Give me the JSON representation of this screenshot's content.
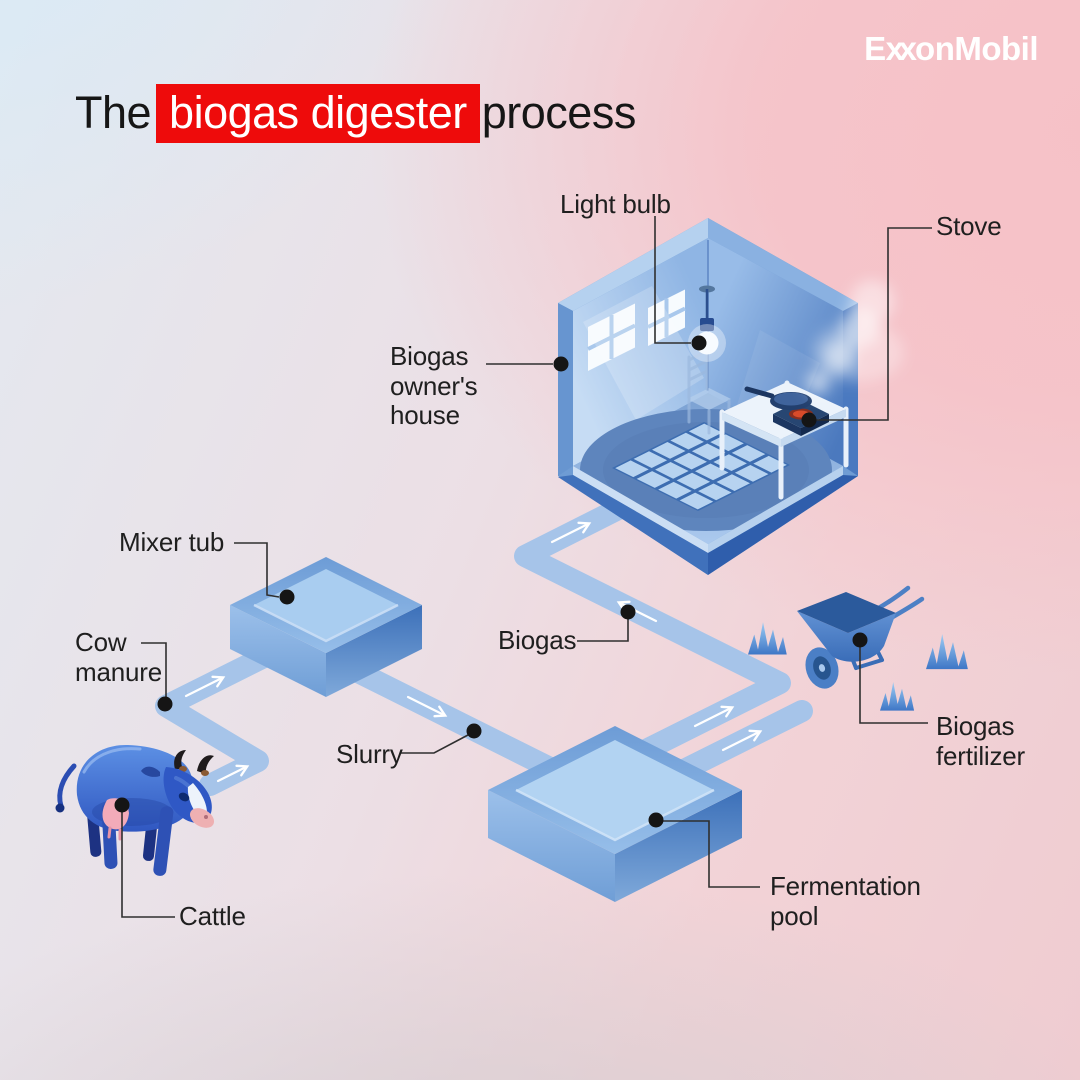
{
  "brand": {
    "logo": "ExxonMobil"
  },
  "title": {
    "prefix": "The",
    "highlight": "biogas digester",
    "suffix": "process"
  },
  "labels": {
    "light_bulb": "Light bulb",
    "stove": "Stove",
    "house": "Biogas owner's house",
    "mixer_tub": "Mixer tub",
    "cow_manure": "Cow manure",
    "biogas": "Biogas",
    "slurry": "Slurry",
    "cattle": "Cattle",
    "fermentation_pool": "Fermentation pool",
    "biogas_fertilizer": "Biogas fertilizer"
  },
  "colors": {
    "highlight_red": "#ee0b0b",
    "pipe_blue": "#a6c4e9",
    "ink": "#1f1f1f",
    "logo_white": "#ffffff"
  }
}
